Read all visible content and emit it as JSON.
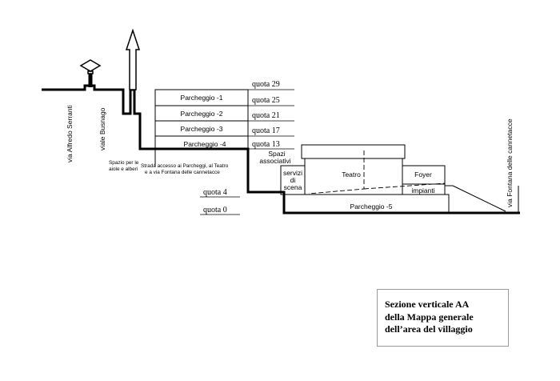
{
  "levels": {
    "q29": "quota 29",
    "q25": "quota 25",
    "q21": "quota 21",
    "q17": "quota 17",
    "q13": "quota 13",
    "q4": "quota 4",
    "q0": "quota 0"
  },
  "parking": {
    "p1": "Parcheggio -1",
    "p2": "Parcheggio -2",
    "p3": "Parcheggio -3",
    "p4": "Parcheggio -4",
    "p5": "Parcheggio -5"
  },
  "rooms": {
    "spazi_line1": "Spazi",
    "spazi_line2": "associativi",
    "servizi_line1": "servizi",
    "servizi_line2": "di",
    "servizi_line3": "scena",
    "teatro": "Teatro",
    "foyer": "Foyer",
    "impianti": "impianti"
  },
  "streets": {
    "serranti": "via Alfredo Serranti",
    "busnago": "viale Busnago",
    "fontana": "via Fontana delle cannetacce"
  },
  "notes": {
    "spazio_line1": "Spazio per le",
    "spazio_line2": "aiole e alberi",
    "strada_line1": "Strada accesso ai Parcheggi, al Teatro",
    "strada_line2": "e a via Fontana delle cannetacce"
  },
  "legend": {
    "line1": "Sezione verticale AA",
    "line2": "della Mappa generale",
    "line3": "dell’area del villaggio"
  },
  "colors": {
    "ink": "#000000",
    "legend_border": "#9a9a9a"
  }
}
